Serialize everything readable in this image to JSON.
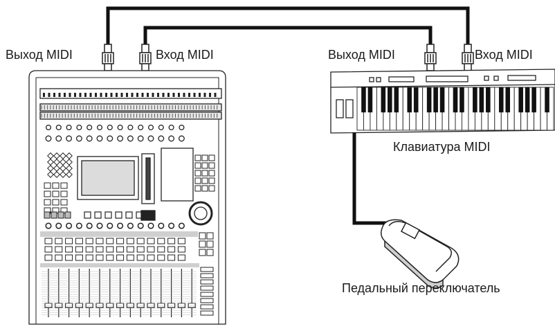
{
  "labels": {
    "mixer_midi_out": "Выход MIDI",
    "mixer_midi_in": "Вход MIDI",
    "keyboard_midi_out": "Выход MIDI",
    "keyboard_midi_in": "Вход MIDI",
    "keyboard_caption": "Клавиатура MIDI",
    "pedal_caption": "Педальный переключатель"
  },
  "colors": {
    "cable": "#111111",
    "outline": "#222222",
    "panel": "#ffffff",
    "shade": "#cfcfcf",
    "dark": "#1a1a1a"
  }
}
